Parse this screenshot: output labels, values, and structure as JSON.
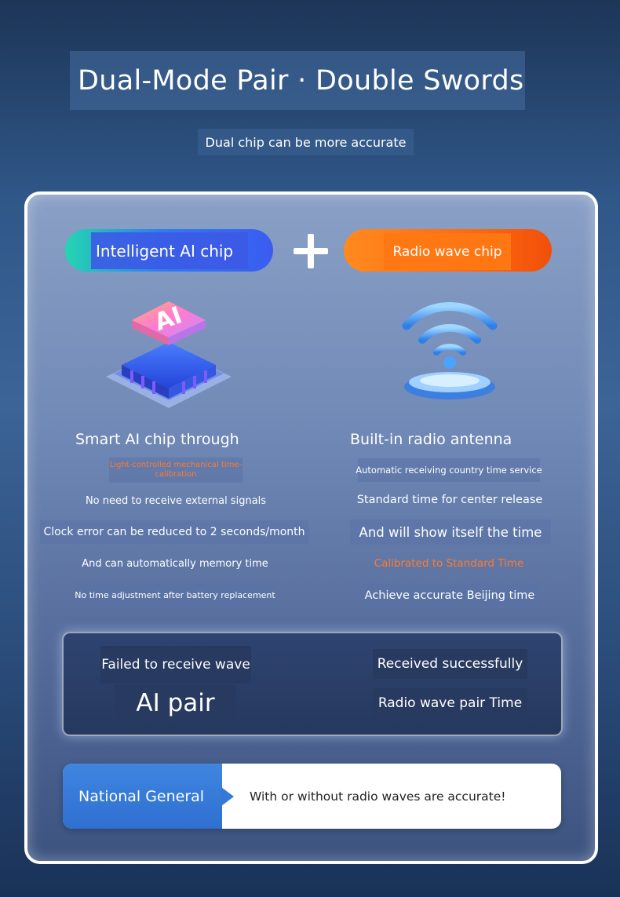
{
  "header": {
    "title": "Dual-Mode Pair · Double Swords",
    "subtitle": "Dual chip can be more accurate"
  },
  "chips": {
    "ai_label": "Intelligent AI chip",
    "radio_label": "Radio wave chip",
    "ai_badge": "AI"
  },
  "ai_column": {
    "heading": "Smart AI chip through",
    "lines": [
      "Light-controlled mechanical time-calibration",
      "No need to receive external signals",
      "Clock error can be reduced to 2 seconds/month",
      "And can automatically memory time",
      "No time adjustment after battery replacement"
    ]
  },
  "radio_column": {
    "heading": "Built-in radio antenna",
    "lines": [
      "Automatic receiving country time service",
      "Standard time for center release",
      "And will show itself the time",
      "Calibrated to Standard Time",
      "Achieve accurate Beijing time"
    ]
  },
  "pairing": {
    "failed": "Failed to receive wave",
    "ai_pair": "AI pair",
    "received": "Received successfully",
    "radio_pair": "Radio wave pair Time"
  },
  "footer": {
    "left": "National General",
    "right": "With or without radio waves are accurate!"
  },
  "colors": {
    "accent_orange": "#ff7a2e",
    "ai_blue": "#3a5cf0",
    "radio_orange": "#ff6a10",
    "footer_blue": "#3479d6"
  }
}
